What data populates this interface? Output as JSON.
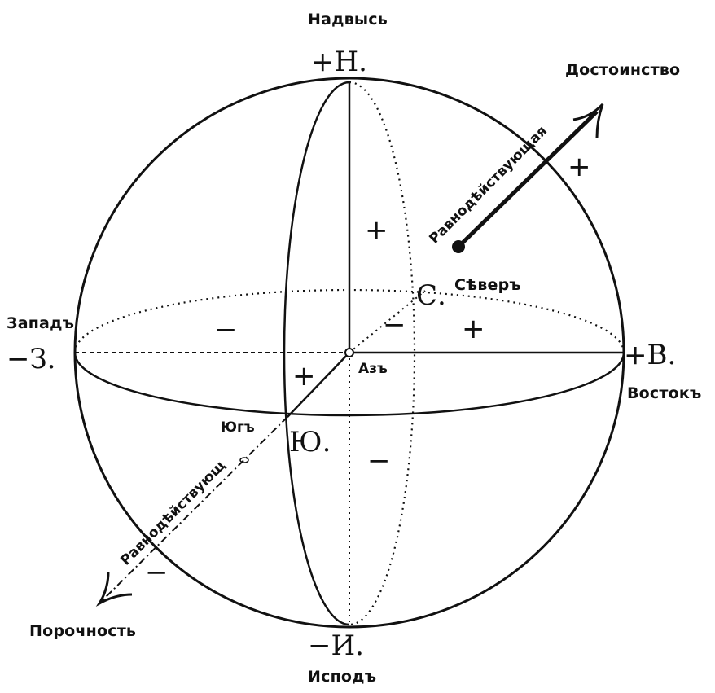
{
  "colors": {
    "ink": "#111111",
    "paper": "#ffffff"
  },
  "labels": {
    "zenith_word": "Надвысь",
    "zenith_marker": "+Н.",
    "nadir_word": "Исподъ",
    "nadir_marker": "−И.",
    "west_word": "Западъ",
    "west_marker": "−З.",
    "east_word": "Востокъ",
    "east_marker": "+В.",
    "north_word": "Сѣверъ",
    "north_marker": "С.",
    "south_word": "Югъ",
    "south_marker": "Ю.",
    "center_word": "Азъ",
    "virtue_word": "Достоинство",
    "vice_word": "Порочность",
    "resultant_upper": "Равнодѣйствующая",
    "resultant_lower": "Равнодѣйствующ"
  },
  "signs": {
    "upper_front": "+",
    "left_upper": "−",
    "right_upper_back": "−",
    "right_upper_front": "+",
    "lower_front_left": "+",
    "lower_right": "−",
    "arrow_upper": "+",
    "arrow_lower": "−"
  }
}
